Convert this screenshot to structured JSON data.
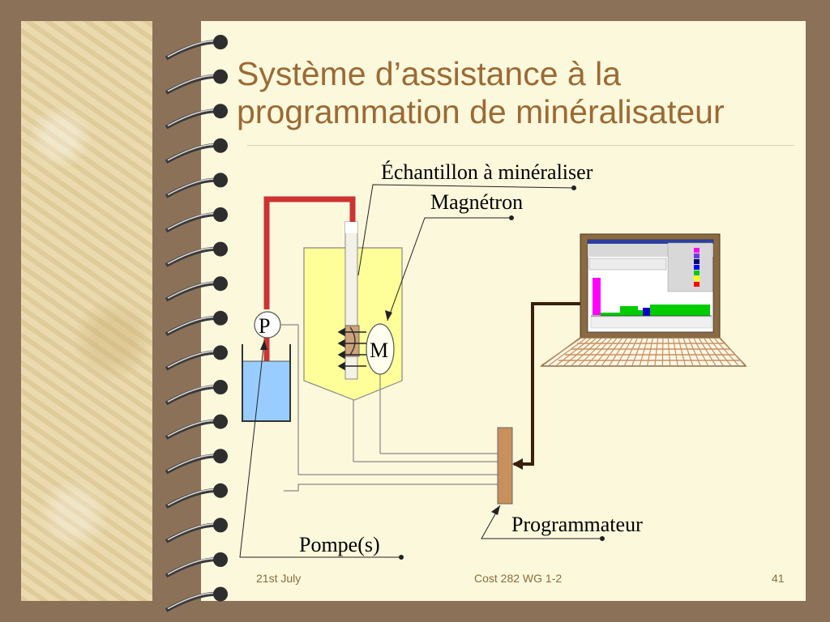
{
  "slide": {
    "title_line1": "Système d’assistance à la",
    "title_line2": "programmation de minéralisateur"
  },
  "diagram": {
    "labels": {
      "sample": "Échantillon à minéraliser",
      "magnetron": "Magnétron",
      "programmer": "Programmateur",
      "pumps": "Pompe(s)",
      "pump_symbol": "P",
      "magnetron_symbol": "M"
    },
    "colors": {
      "tube_red": "#cc3333",
      "vessel_yellow": "#ffff99",
      "liquid_blue": "#99ccff",
      "programmer_brown": "#c8905a",
      "connector_dark": "#3a1f0c",
      "screen_green": "#00cc00",
      "screen_magenta": "#ff00ff"
    }
  },
  "footer": {
    "date": "21st July",
    "center": "Cost 282 WG 1-2",
    "page_number": "41"
  }
}
